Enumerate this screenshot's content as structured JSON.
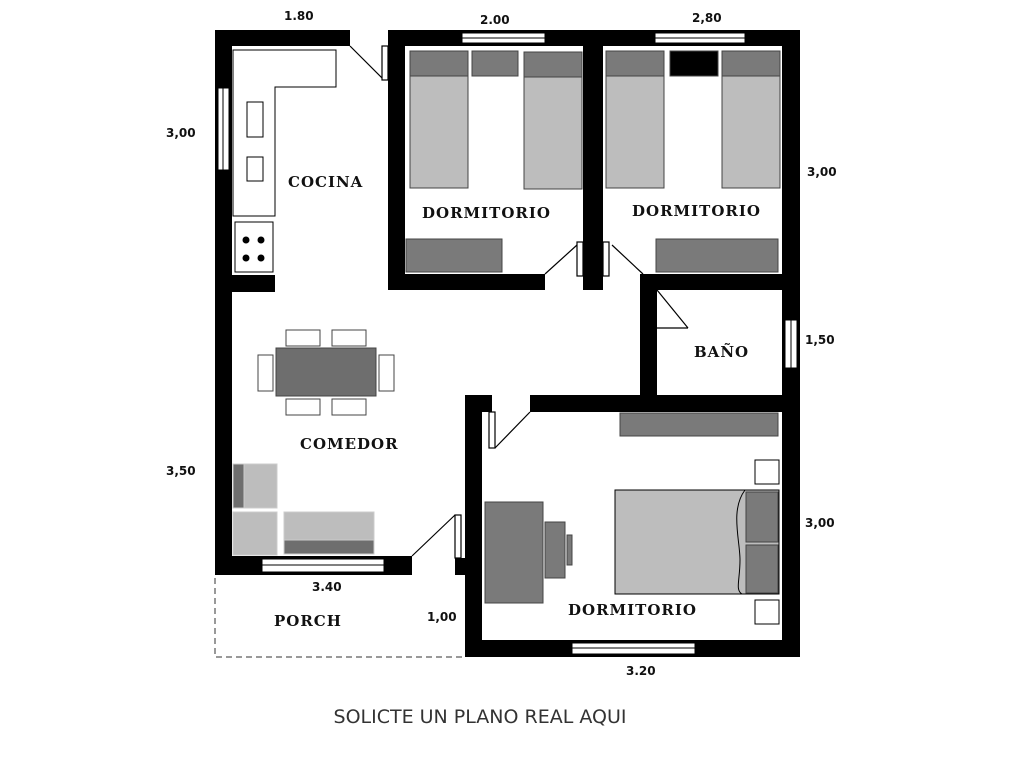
{
  "rooms": {
    "kitchen": "COCINA",
    "bedroom1": "DORMITORIO",
    "bedroom2": "DORMITORIO",
    "bathroom": "BAÑO",
    "dining": "COMEDOR",
    "bedroom3": "DORMITORIO",
    "porch": "PORCH"
  },
  "dimensions": {
    "kitchen_top": "1.80",
    "kitchen_left": "3,00",
    "bed1_top": "2.00",
    "bed2_top": "2,80",
    "bed2_right": "3,00",
    "bath_right": "1,50",
    "dining_left": "3,50",
    "dining_bottom": "3.40",
    "bed3_right": "3,00",
    "porch_right": "1,00",
    "bed3_bottom": "3.20"
  },
  "caption": "SOLICTE UN PLANO REAL AQUI",
  "colors": {
    "wall": "#000000",
    "furniture_dark": "#6e6e6e",
    "furniture_light": "#bdbdbd"
  }
}
